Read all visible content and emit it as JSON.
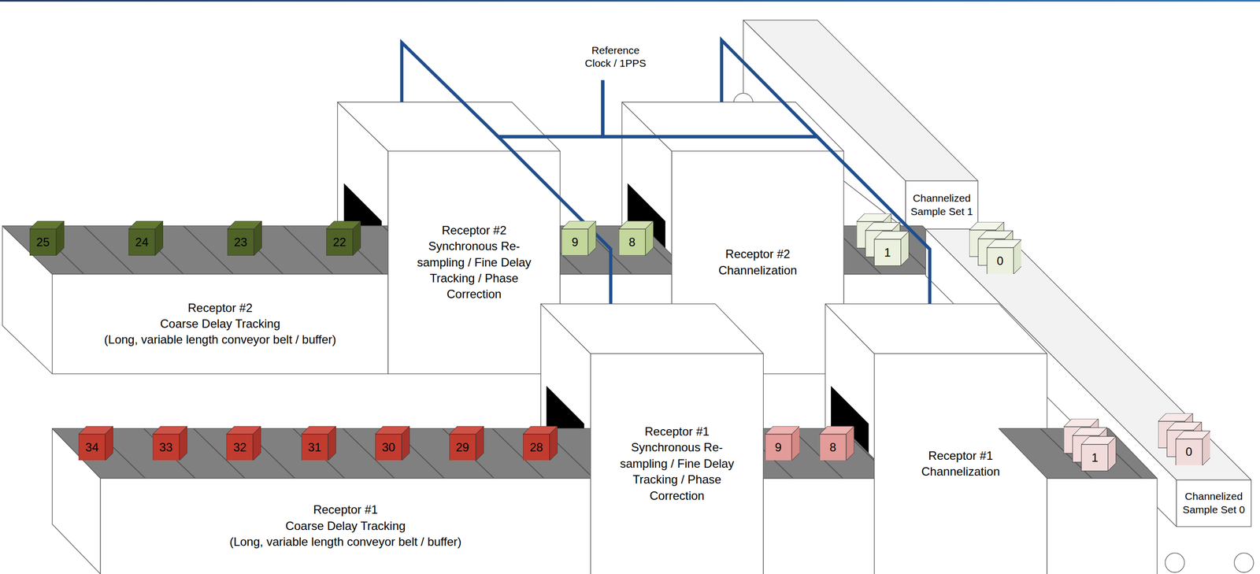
{
  "diagram": {
    "nodes": [
      {
        "text": [
          "Reference Clock / 1PPS"
        ]
      },
      {
        "text": [
          "Channelized Sample Set 1"
        ]
      },
      {
        "text": [
          "Receptor #2",
          "Coarse Delay Tracking",
          "(Long, variable length conveyor belt / buffer)"
        ]
      },
      {
        "text": [
          "Receptor #2 Synchronous Re-sampling / Fine Delay Tracking / Phase Correction"
        ]
      },
      {
        "text": [
          "Receptor #2 Channelization"
        ]
      },
      {
        "text": [
          "Receptor #1",
          "Coarse Delay Tracking",
          "(Long, variable length conveyor belt / buffer)"
        ]
      },
      {
        "text": [
          "Receptor #1 Synchronous Re-sampling / Fine Delay Tracking / Phase Correction"
        ]
      },
      {
        "text": [
          "Receptor #1 Channelization"
        ]
      },
      {
        "text": [
          "Channelized Sample Set 0"
        ]
      },
      {
        "text": [
          "25"
        ]
      },
      {
        "text": [
          "24"
        ]
      },
      {
        "text": [
          "23"
        ]
      },
      {
        "text": [
          "22"
        ]
      },
      {
        "text": [
          "9"
        ]
      },
      {
        "text": [
          "8"
        ]
      },
      {
        "text": [
          "1"
        ]
      },
      {
        "text": [
          "0"
        ]
      },
      {
        "text": [
          "34"
        ]
      },
      {
        "text": [
          "33"
        ]
      },
      {
        "text": [
          "32"
        ]
      },
      {
        "text": [
          "31"
        ]
      },
      {
        "text": [
          "30"
        ]
      },
      {
        "text": [
          "29"
        ]
      },
      {
        "text": [
          "28"
        ]
      },
      {
        "text": [
          "9"
        ]
      },
      {
        "text": [
          "8"
        ]
      },
      {
        "text": [
          "1"
        ]
      },
      {
        "text": [
          "0"
        ]
      }
    ],
    "edges": [
      {
        "from": 0,
        "to": 3,
        "arrow": "none"
      },
      {
        "from": 0,
        "to": 4,
        "arrow": "none"
      },
      {
        "from": 0,
        "to": 6,
        "arrow": "none"
      },
      {
        "from": 0,
        "to": 7,
        "arrow": "none"
      }
    ]
  }
}
